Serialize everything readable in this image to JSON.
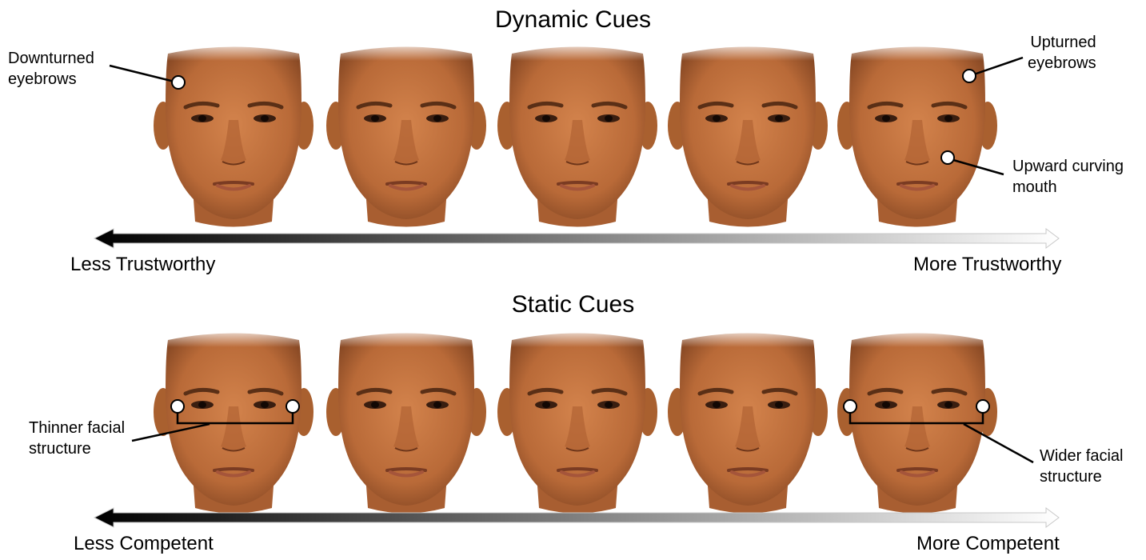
{
  "dynamic": {
    "title": "Dynamic Cues",
    "less_label": "Less Trustworthy",
    "more_label": "More Trustworthy",
    "annotations": {
      "downturned": "Downturned\neyebrows",
      "upturned": "Upturned\neyebrows",
      "mouth": "Upward curving\nmouth"
    }
  },
  "static": {
    "title": "Static Cues",
    "less_label": "Less Competent",
    "more_label": "More Competent",
    "annotations": {
      "thinner": "Thinner facial\nstructure",
      "wider": "Wider facial\nstructure"
    }
  },
  "colors": {
    "skin": "#c0703e",
    "skin_dark": "#8a4a25",
    "gradient_start": "#000000",
    "gradient_end": "#ffffff"
  }
}
